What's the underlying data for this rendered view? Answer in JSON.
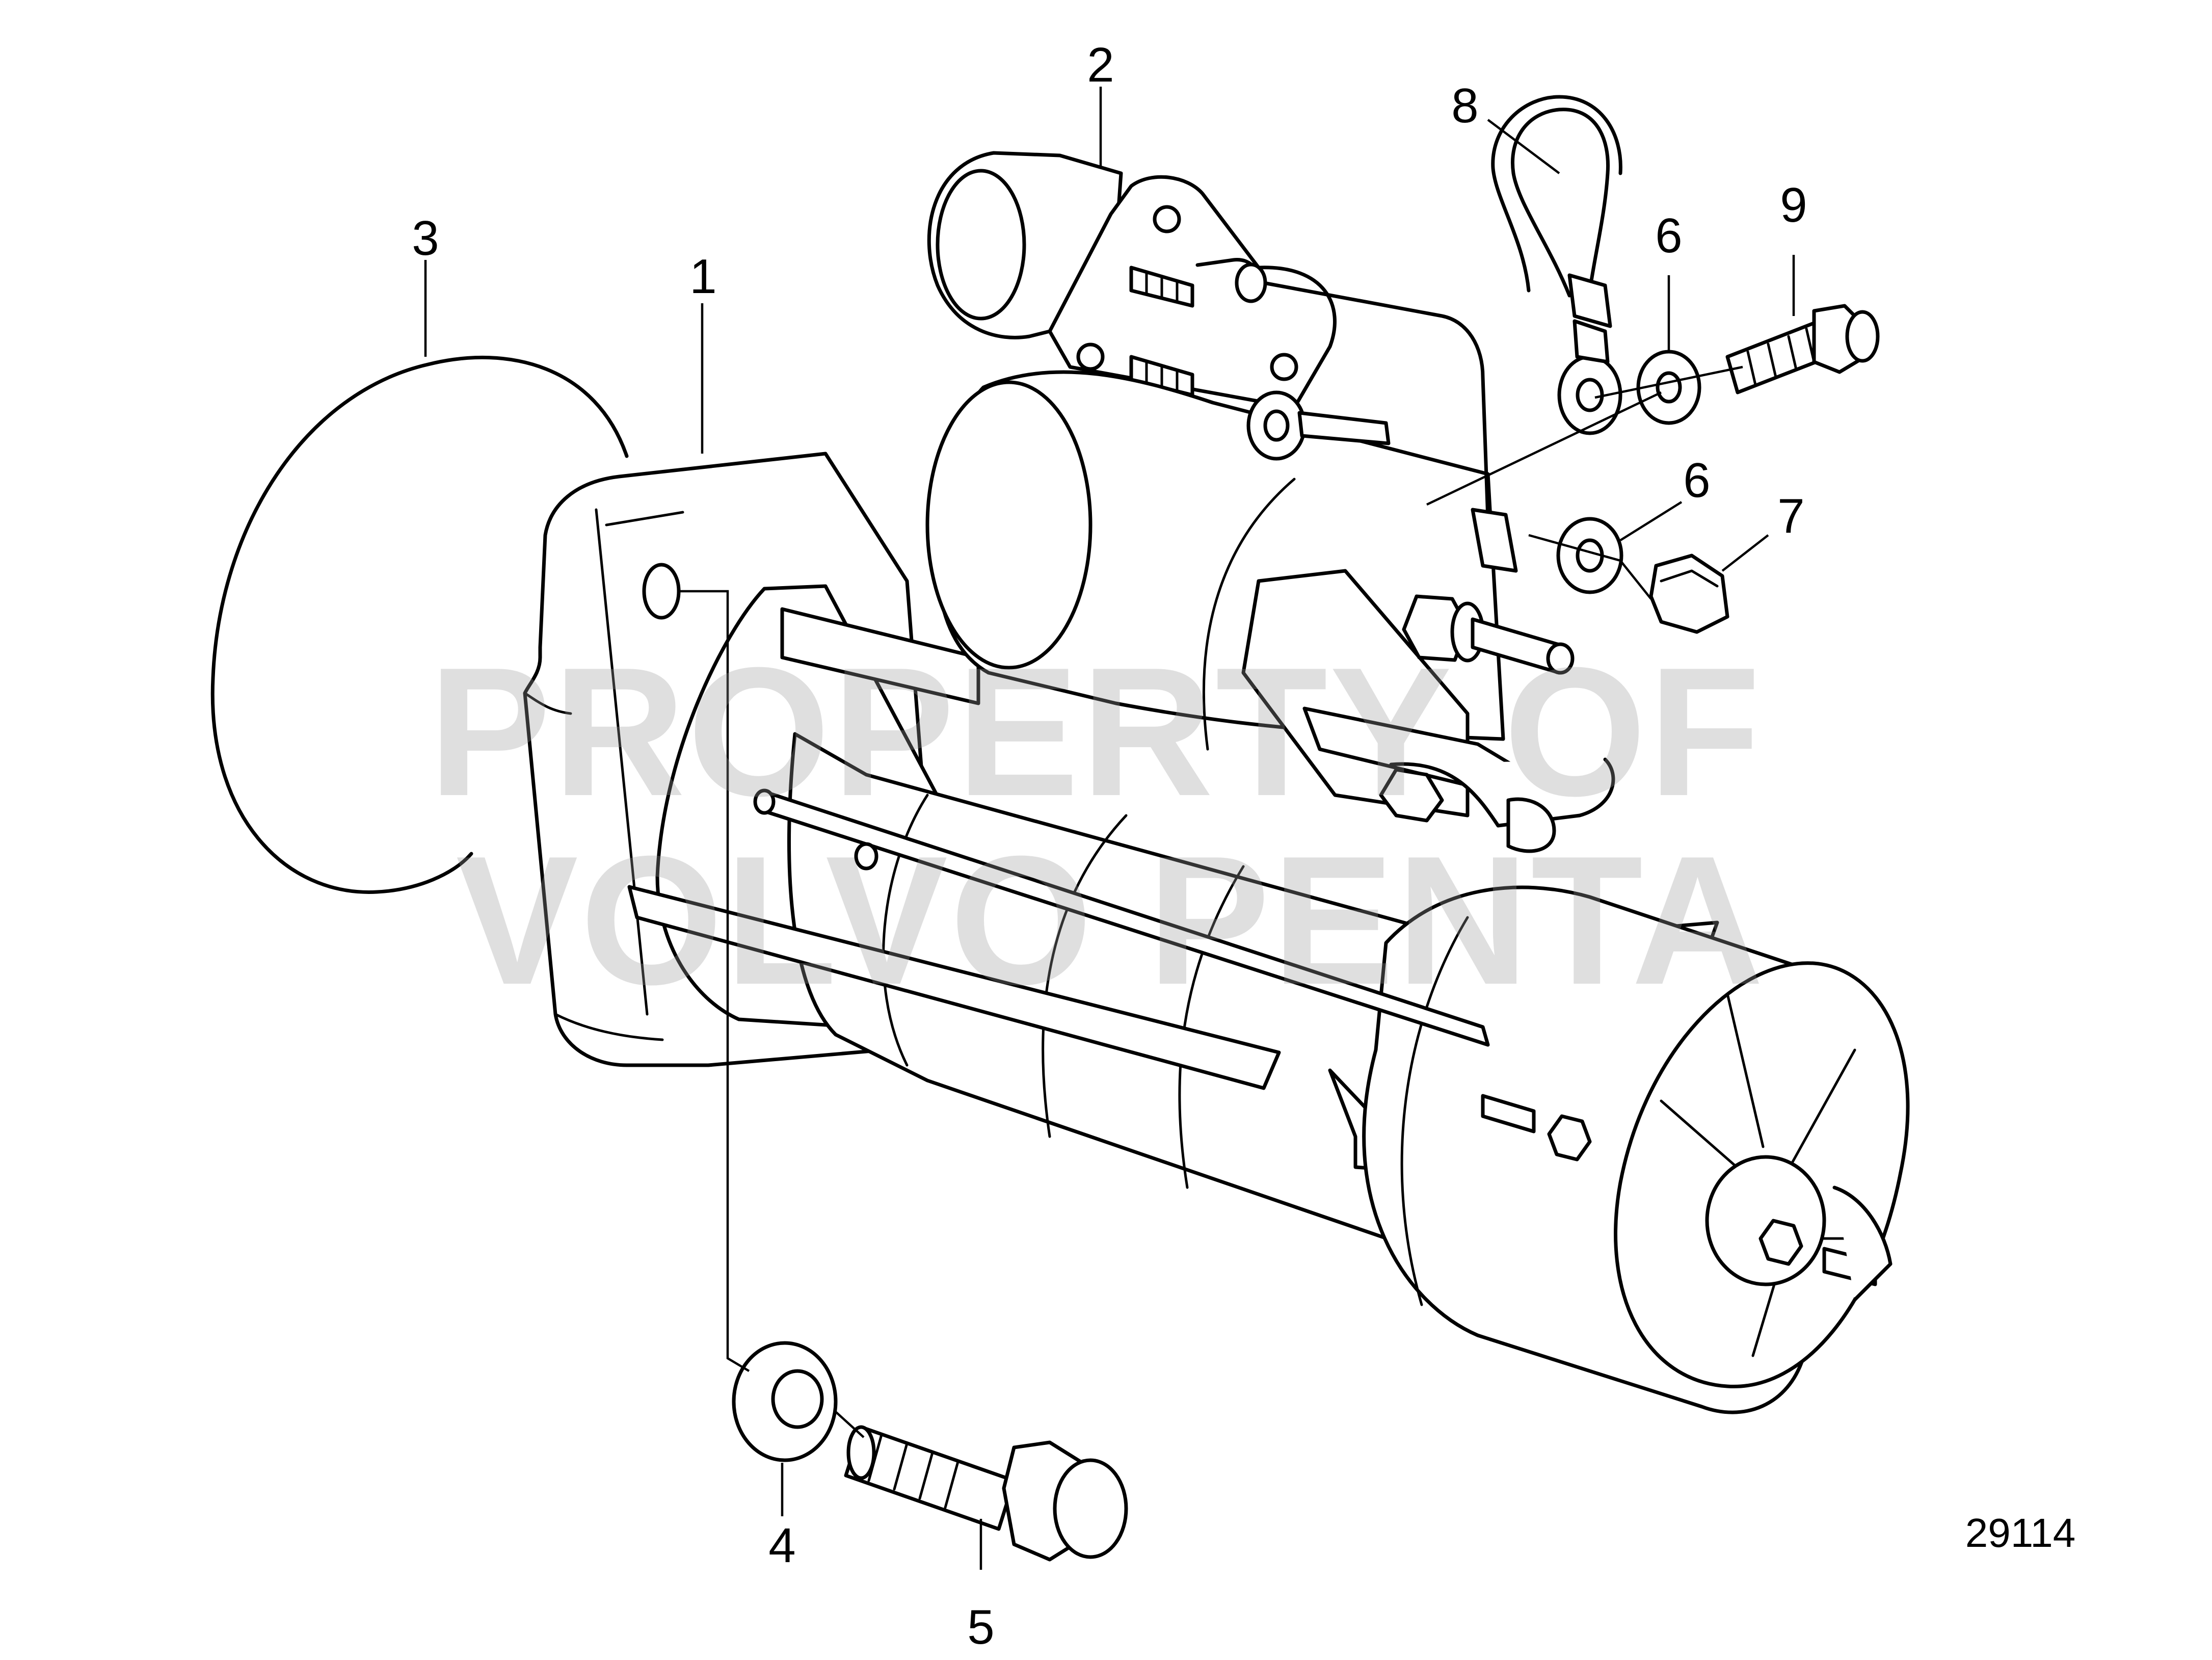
{
  "diagram": {
    "callouts": {
      "c1": "1",
      "c2": "2",
      "c3": "3",
      "c4": "4",
      "c5": "5",
      "c6a": "6",
      "c6b": "6",
      "c7": "7",
      "c8": "8",
      "c9": "9"
    },
    "reference_number": "29114",
    "watermark": {
      "line1": "PROPERTY OF",
      "line2": "VOLVO PENTA"
    },
    "colors": {
      "line": "#000000",
      "background": "#ffffff",
      "watermark": "#9a9a9a"
    }
  }
}
